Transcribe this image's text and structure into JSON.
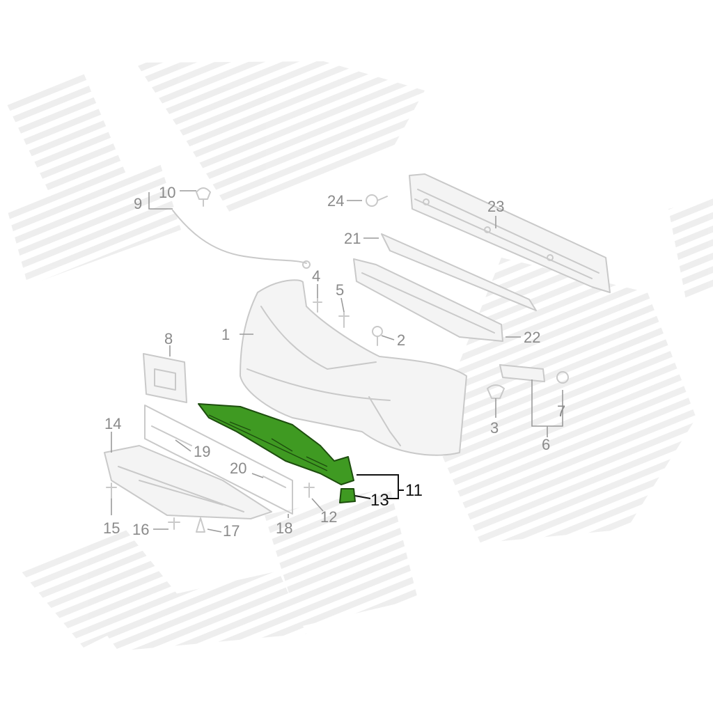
{
  "diagram": {
    "callouts": [
      {
        "id": "c1",
        "label": "1"
      },
      {
        "id": "c2",
        "label": "2"
      },
      {
        "id": "c3",
        "label": "3"
      },
      {
        "id": "c4",
        "label": "4"
      },
      {
        "id": "c5",
        "label": "5"
      },
      {
        "id": "c6",
        "label": "6"
      },
      {
        "id": "c7",
        "label": "7"
      },
      {
        "id": "c8",
        "label": "8"
      },
      {
        "id": "c9",
        "label": "9"
      },
      {
        "id": "c10",
        "label": "10"
      },
      {
        "id": "c11",
        "label": "11"
      },
      {
        "id": "c12",
        "label": "12"
      },
      {
        "id": "c13",
        "label": "13"
      },
      {
        "id": "c14",
        "label": "14"
      },
      {
        "id": "c15",
        "label": "15"
      },
      {
        "id": "c16",
        "label": "16"
      },
      {
        "id": "c17",
        "label": "17"
      },
      {
        "id": "c18",
        "label": "18"
      },
      {
        "id": "c19",
        "label": "19"
      },
      {
        "id": "c20",
        "label": "20"
      },
      {
        "id": "c21",
        "label": "21"
      },
      {
        "id": "c22",
        "label": "22"
      },
      {
        "id": "c23",
        "label": "23"
      },
      {
        "id": "c24",
        "label": "24"
      }
    ],
    "highlighted_callouts": [
      "11",
      "13"
    ],
    "colors": {
      "highlight_fill": "#3f9a22",
      "highlight_stroke": "#1d4d0e",
      "line_art": "#c9c9c9",
      "watermark": "#ececec"
    }
  }
}
